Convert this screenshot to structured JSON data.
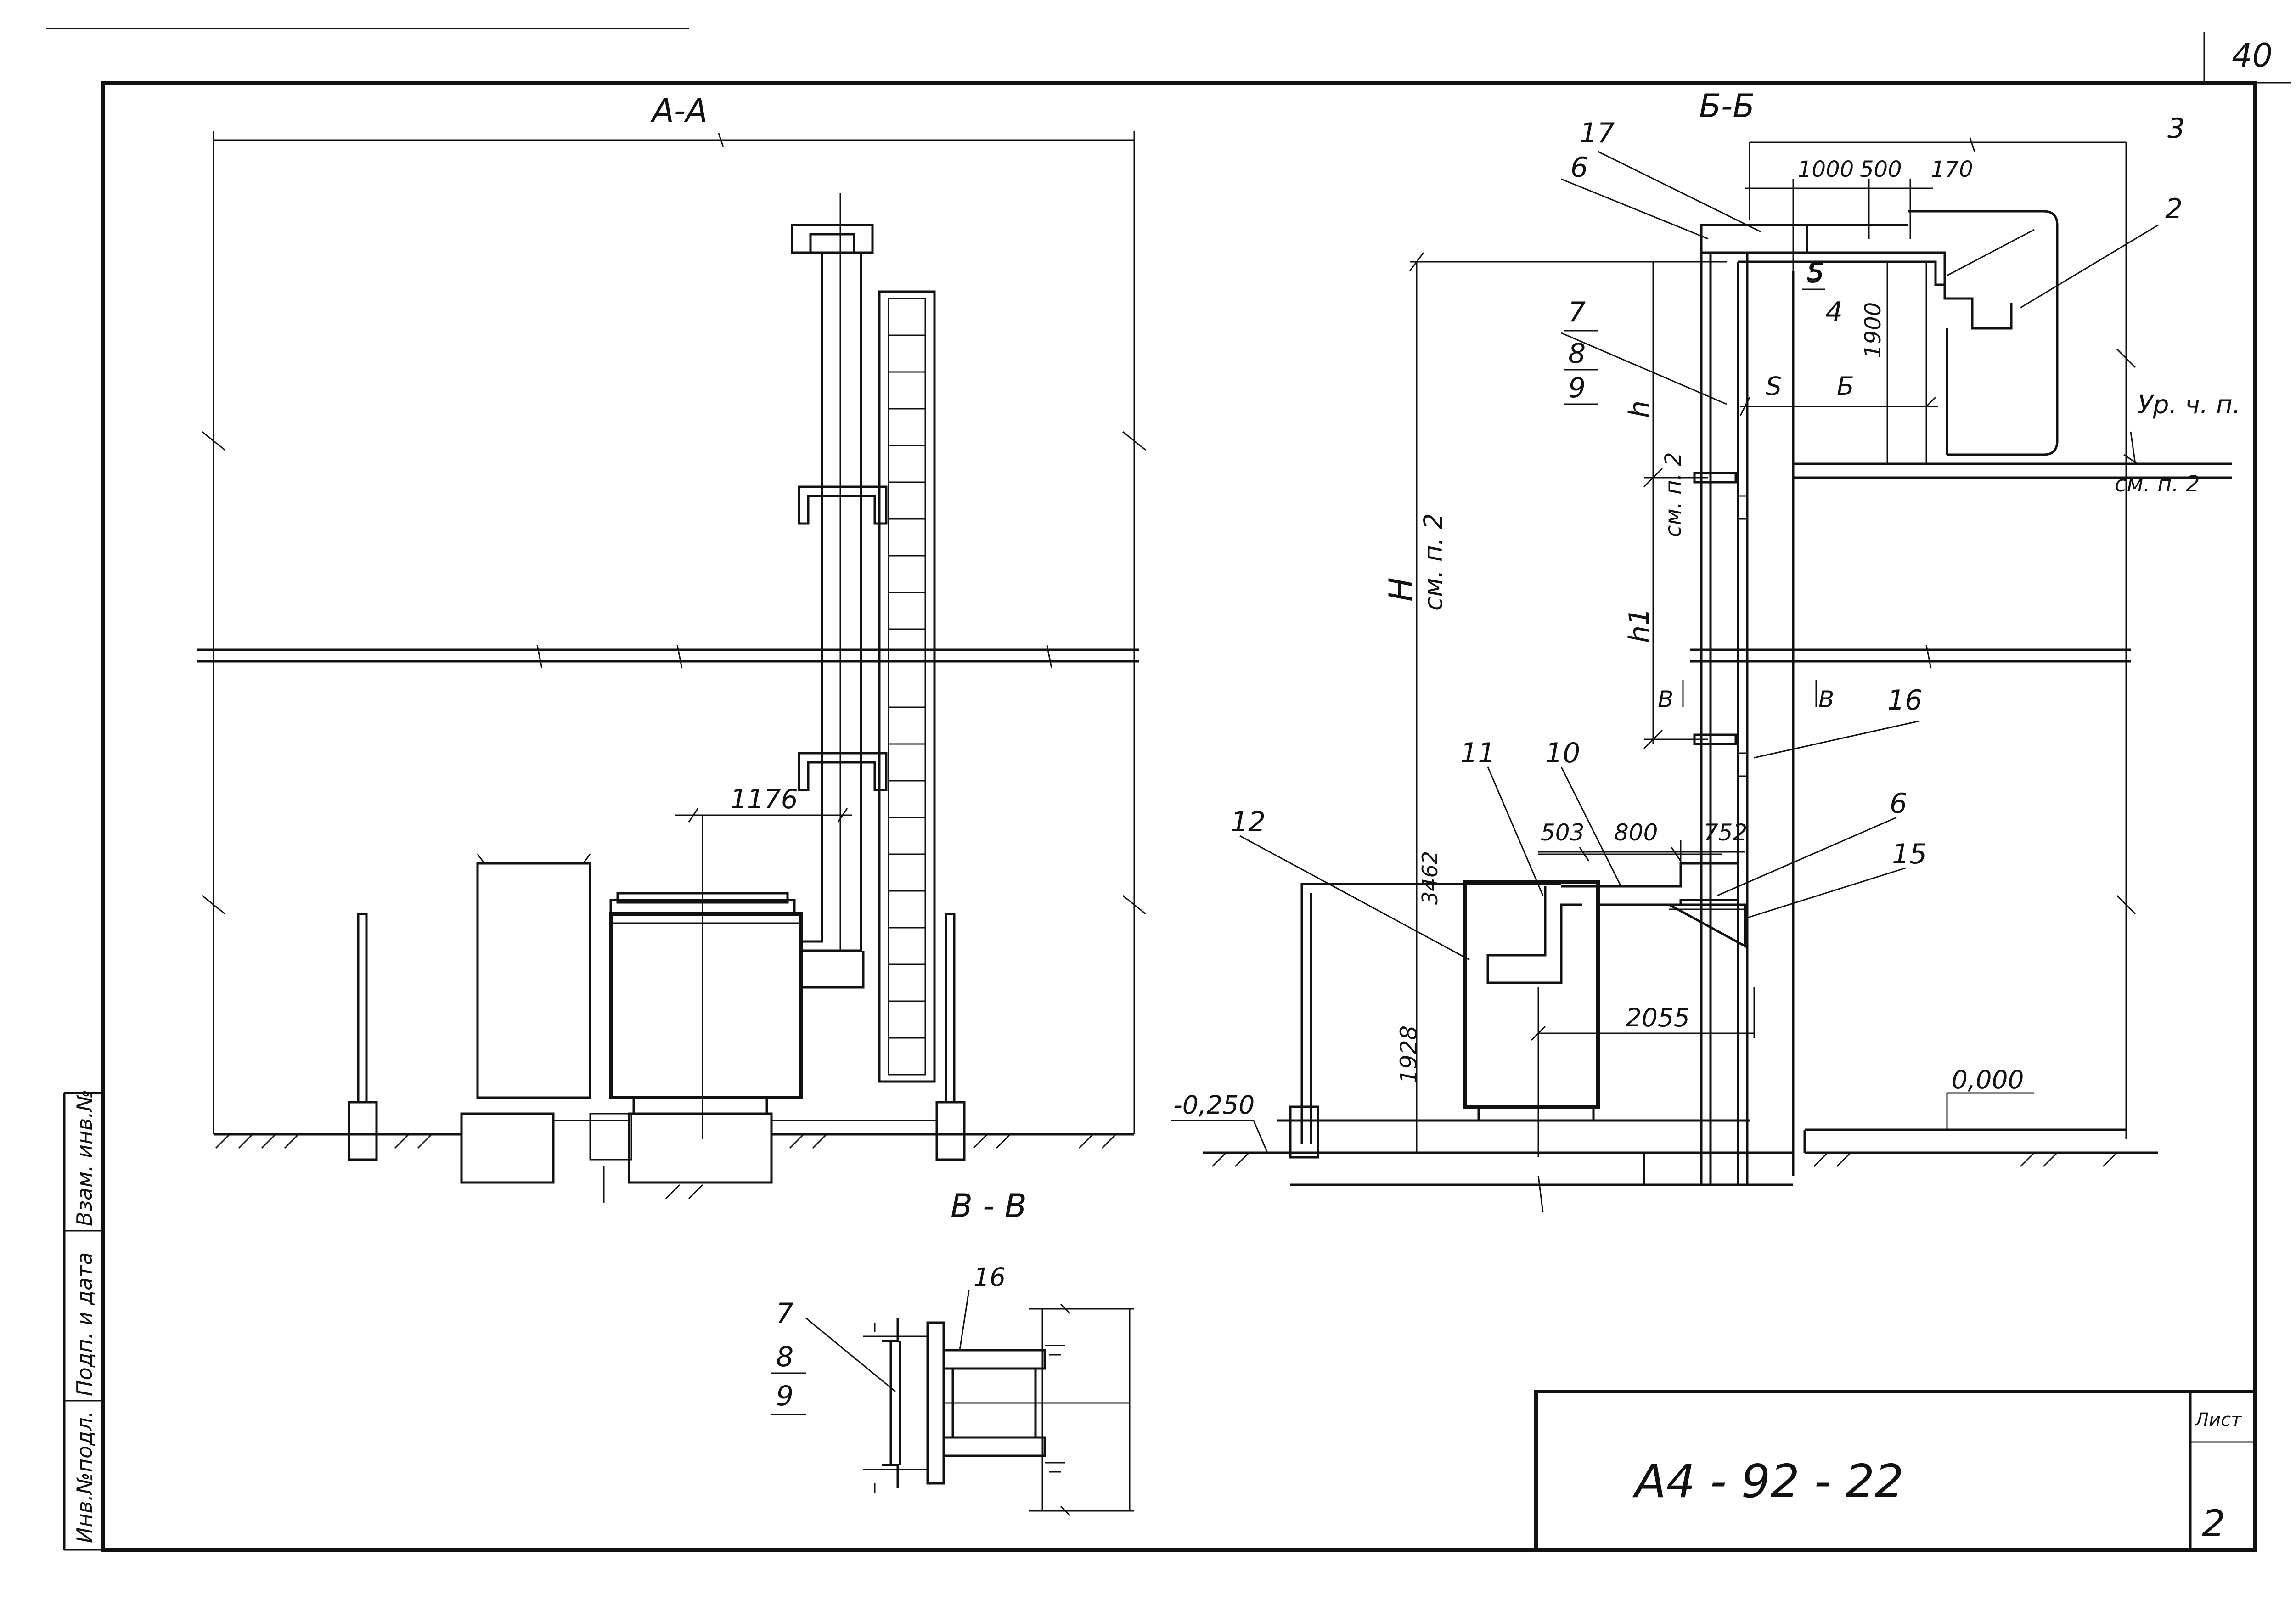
{
  "sheet": {
    "page_number": "40",
    "title_block": {
      "code": "А4 - 92 - 22",
      "sheet_label": "Лист",
      "sheet_number": "2"
    },
    "side_stamp": [
      "Инв.№подл.",
      "Подп. и дата",
      "Взам. инв.№"
    ]
  },
  "views": {
    "aa": {
      "title": "А-А",
      "dim_1176": "1176"
    },
    "bb": {
      "title": "Б-Б",
      "dims": {
        "d1000": "1000",
        "d500": "500",
        "d170": "170",
        "d1900": "1900",
        "d503": "503",
        "d800": "800",
        "d752": "752",
        "d3462": "3462",
        "d1928": "1928",
        "d2055": "2055"
      },
      "dim_letters": {
        "S": "S",
        "B": "Б",
        "h": "h",
        "h1": "h1",
        "H": "H"
      },
      "notes": {
        "see_p2_a": "см. п. 2",
        "see_p2_b": "см. п. 2",
        "see_p2_c": "см. п. 2"
      },
      "level_label": "Ур. ч. п.",
      "elev_zero": "0,000",
      "elev_neg": "-0,250",
      "cut_mark": "В",
      "callouts": {
        "c17": "17",
        "c6a": "6",
        "c3": "3",
        "c2": "2",
        "c5": "5",
        "c4": "4",
        "c7": "7",
        "c8": "8",
        "c9": "9",
        "c16": "16",
        "c11": "11",
        "c10": "10",
        "c12": "12",
        "c6b": "6",
        "c15": "15"
      }
    },
    "vv": {
      "title": "В - В",
      "callouts": {
        "c16": "16",
        "c7": "7",
        "c8": "8",
        "c9": "9"
      }
    }
  }
}
